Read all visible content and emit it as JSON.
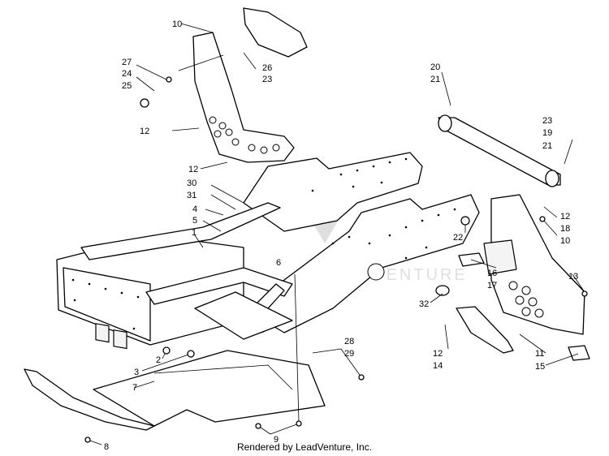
{
  "callouts": [
    "1",
    "2",
    "3",
    "4",
    "5",
    "6",
    "7",
    "8",
    "9",
    "10",
    "11",
    "12",
    "13",
    "14",
    "15",
    "16",
    "17",
    "18",
    "19",
    "20",
    "21",
    "22",
    "23",
    "24",
    "25",
    "26",
    "27",
    "28",
    "29",
    "30",
    "31",
    "32"
  ],
  "watermark": "LEADVENTURE",
  "footer": "Rendered by LeadVenture, Inc."
}
